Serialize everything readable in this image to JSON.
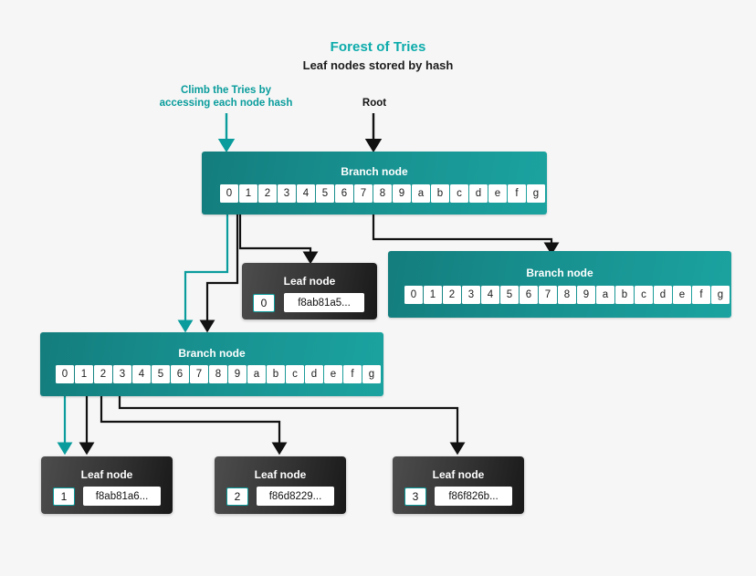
{
  "header": {
    "title": "Forest of Tries",
    "subtitle": "Leaf nodes stored by hash",
    "title_color": "#0dabab"
  },
  "annotations": [
    {
      "name": "climb-annotation",
      "line1": "Climb the Tries by",
      "line2": "accessing each node hash",
      "color": "#0a9c9c"
    },
    {
      "name": "root-annotation",
      "line1": "Root",
      "line2": "",
      "color": "#111111"
    }
  ],
  "labels": {
    "branch_node": "Branch node",
    "leaf_node": "Leaf node"
  },
  "nibbles": [
    "0",
    "1",
    "2",
    "3",
    "4",
    "5",
    "6",
    "7",
    "8",
    "9",
    "a",
    "b",
    "c",
    "d",
    "e",
    "f",
    "g"
  ],
  "branch_nodes": [
    {
      "id": "root-branch-node",
      "title": "Branch node",
      "active_cells": [
        "0",
        "1",
        "8"
      ]
    },
    {
      "id": "right-branch-node",
      "title": "Branch node",
      "active_cells": []
    },
    {
      "id": "lower-branch-node",
      "title": "Branch node",
      "active_cells": [
        "0",
        "1",
        "2",
        "3"
      ]
    }
  ],
  "leaf_nodes": [
    {
      "id": "leaf-node-0",
      "title": "Leaf node",
      "index": "0",
      "hash": "f8ab81a5..."
    },
    {
      "id": "leaf-node-1",
      "title": "Leaf node",
      "index": "1",
      "hash": "f8ab81a6..."
    },
    {
      "id": "leaf-node-2",
      "title": "Leaf node",
      "index": "2",
      "hash": "f86d8229..."
    },
    {
      "id": "leaf-node-3",
      "title": "Leaf node",
      "index": "3",
      "hash": "f86f826b..."
    }
  ],
  "colors": {
    "background": "#f6f6f6",
    "teal_accent": "#0dabab",
    "branch_fill": "#17908f",
    "leaf_fill": "#333333",
    "wire_dark": "#111111"
  }
}
